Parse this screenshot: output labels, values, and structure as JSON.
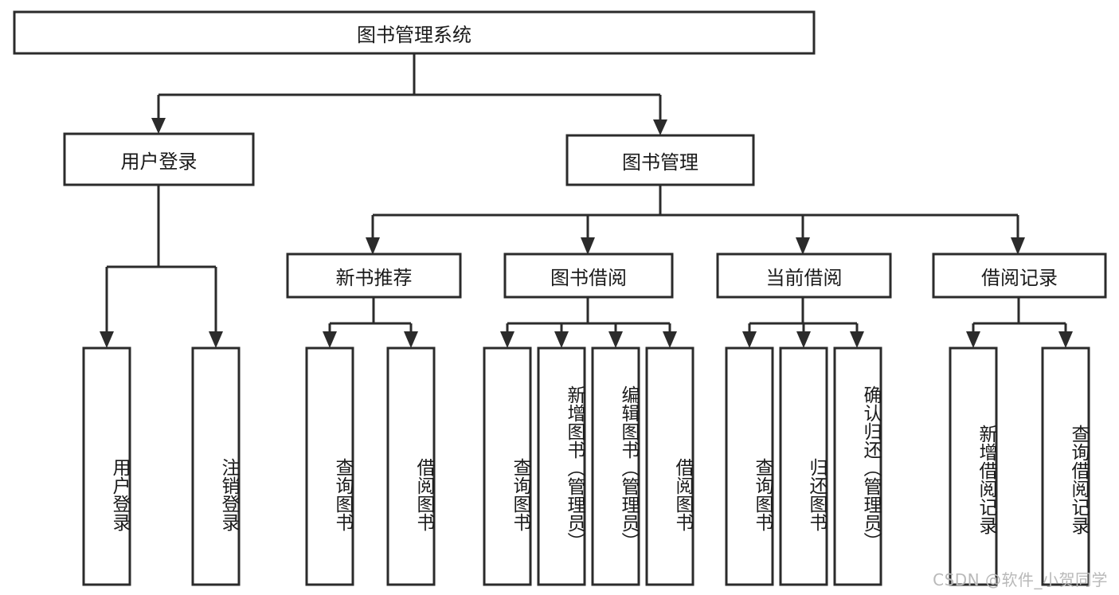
{
  "diagram": {
    "title": "图书管理系统",
    "type": "functional-structure-tree",
    "levels": 4,
    "root": {
      "id": "root",
      "label": "图书管理系统",
      "orientation": "horizontal"
    },
    "level2": [
      {
        "id": "user-login",
        "label": "用户登录",
        "orientation": "horizontal"
      },
      {
        "id": "book-management",
        "label": "图书管理",
        "orientation": "horizontal"
      }
    ],
    "level3": [
      {
        "id": "new-book-recommend",
        "label": "新书推荐",
        "orientation": "horizontal",
        "parent": "book-management"
      },
      {
        "id": "book-borrow",
        "label": "图书借阅",
        "orientation": "horizontal",
        "parent": "book-management"
      },
      {
        "id": "current-borrow",
        "label": "当前借阅",
        "orientation": "horizontal",
        "parent": "book-management"
      },
      {
        "id": "borrow-record",
        "label": "借阅记录",
        "orientation": "horizontal",
        "parent": "book-management"
      }
    ],
    "leaves": [
      {
        "id": "leaf-user-login",
        "label": "用户登录",
        "parent": "user-login",
        "orientation": "vertical"
      },
      {
        "id": "leaf-logout",
        "label": "注销登录",
        "parent": "user-login",
        "orientation": "vertical"
      },
      {
        "id": "leaf-query-book-1",
        "label": "查询图书",
        "parent": "new-book-recommend",
        "orientation": "vertical"
      },
      {
        "id": "leaf-borrow-book-1",
        "label": "借阅图书",
        "parent": "new-book-recommend",
        "orientation": "vertical"
      },
      {
        "id": "leaf-query-book-2",
        "label": "查询图书",
        "parent": "book-borrow",
        "orientation": "vertical"
      },
      {
        "id": "leaf-add-book",
        "label": "新增图书（管理员）",
        "parent": "book-borrow",
        "orientation": "vertical"
      },
      {
        "id": "leaf-edit-book",
        "label": "编辑图书（管理员）",
        "parent": "book-borrow",
        "orientation": "vertical"
      },
      {
        "id": "leaf-borrow-book-2",
        "label": "借阅图书",
        "parent": "book-borrow",
        "orientation": "vertical"
      },
      {
        "id": "leaf-query-book-3",
        "label": "查询图书",
        "parent": "current-borrow",
        "orientation": "vertical"
      },
      {
        "id": "leaf-return-book",
        "label": "归还图书",
        "parent": "current-borrow",
        "orientation": "vertical"
      },
      {
        "id": "leaf-confirm-return",
        "label": "确认归还（管理员）",
        "parent": "current-borrow",
        "orientation": "vertical"
      },
      {
        "id": "leaf-add-record",
        "label": "新增借阅记录",
        "parent": "borrow-record",
        "orientation": "vertical"
      },
      {
        "id": "leaf-query-record",
        "label": "查询借阅记录",
        "parent": "borrow-record",
        "orientation": "vertical"
      }
    ]
  },
  "watermark": {
    "text": "CSDN @软件_小贺同学"
  },
  "colors": {
    "box_stroke": "#2b2b2b",
    "box_fill": "#ffffff",
    "text": "#1a1a1a",
    "watermark": "#b9b9b9",
    "background": "#ffffff"
  }
}
